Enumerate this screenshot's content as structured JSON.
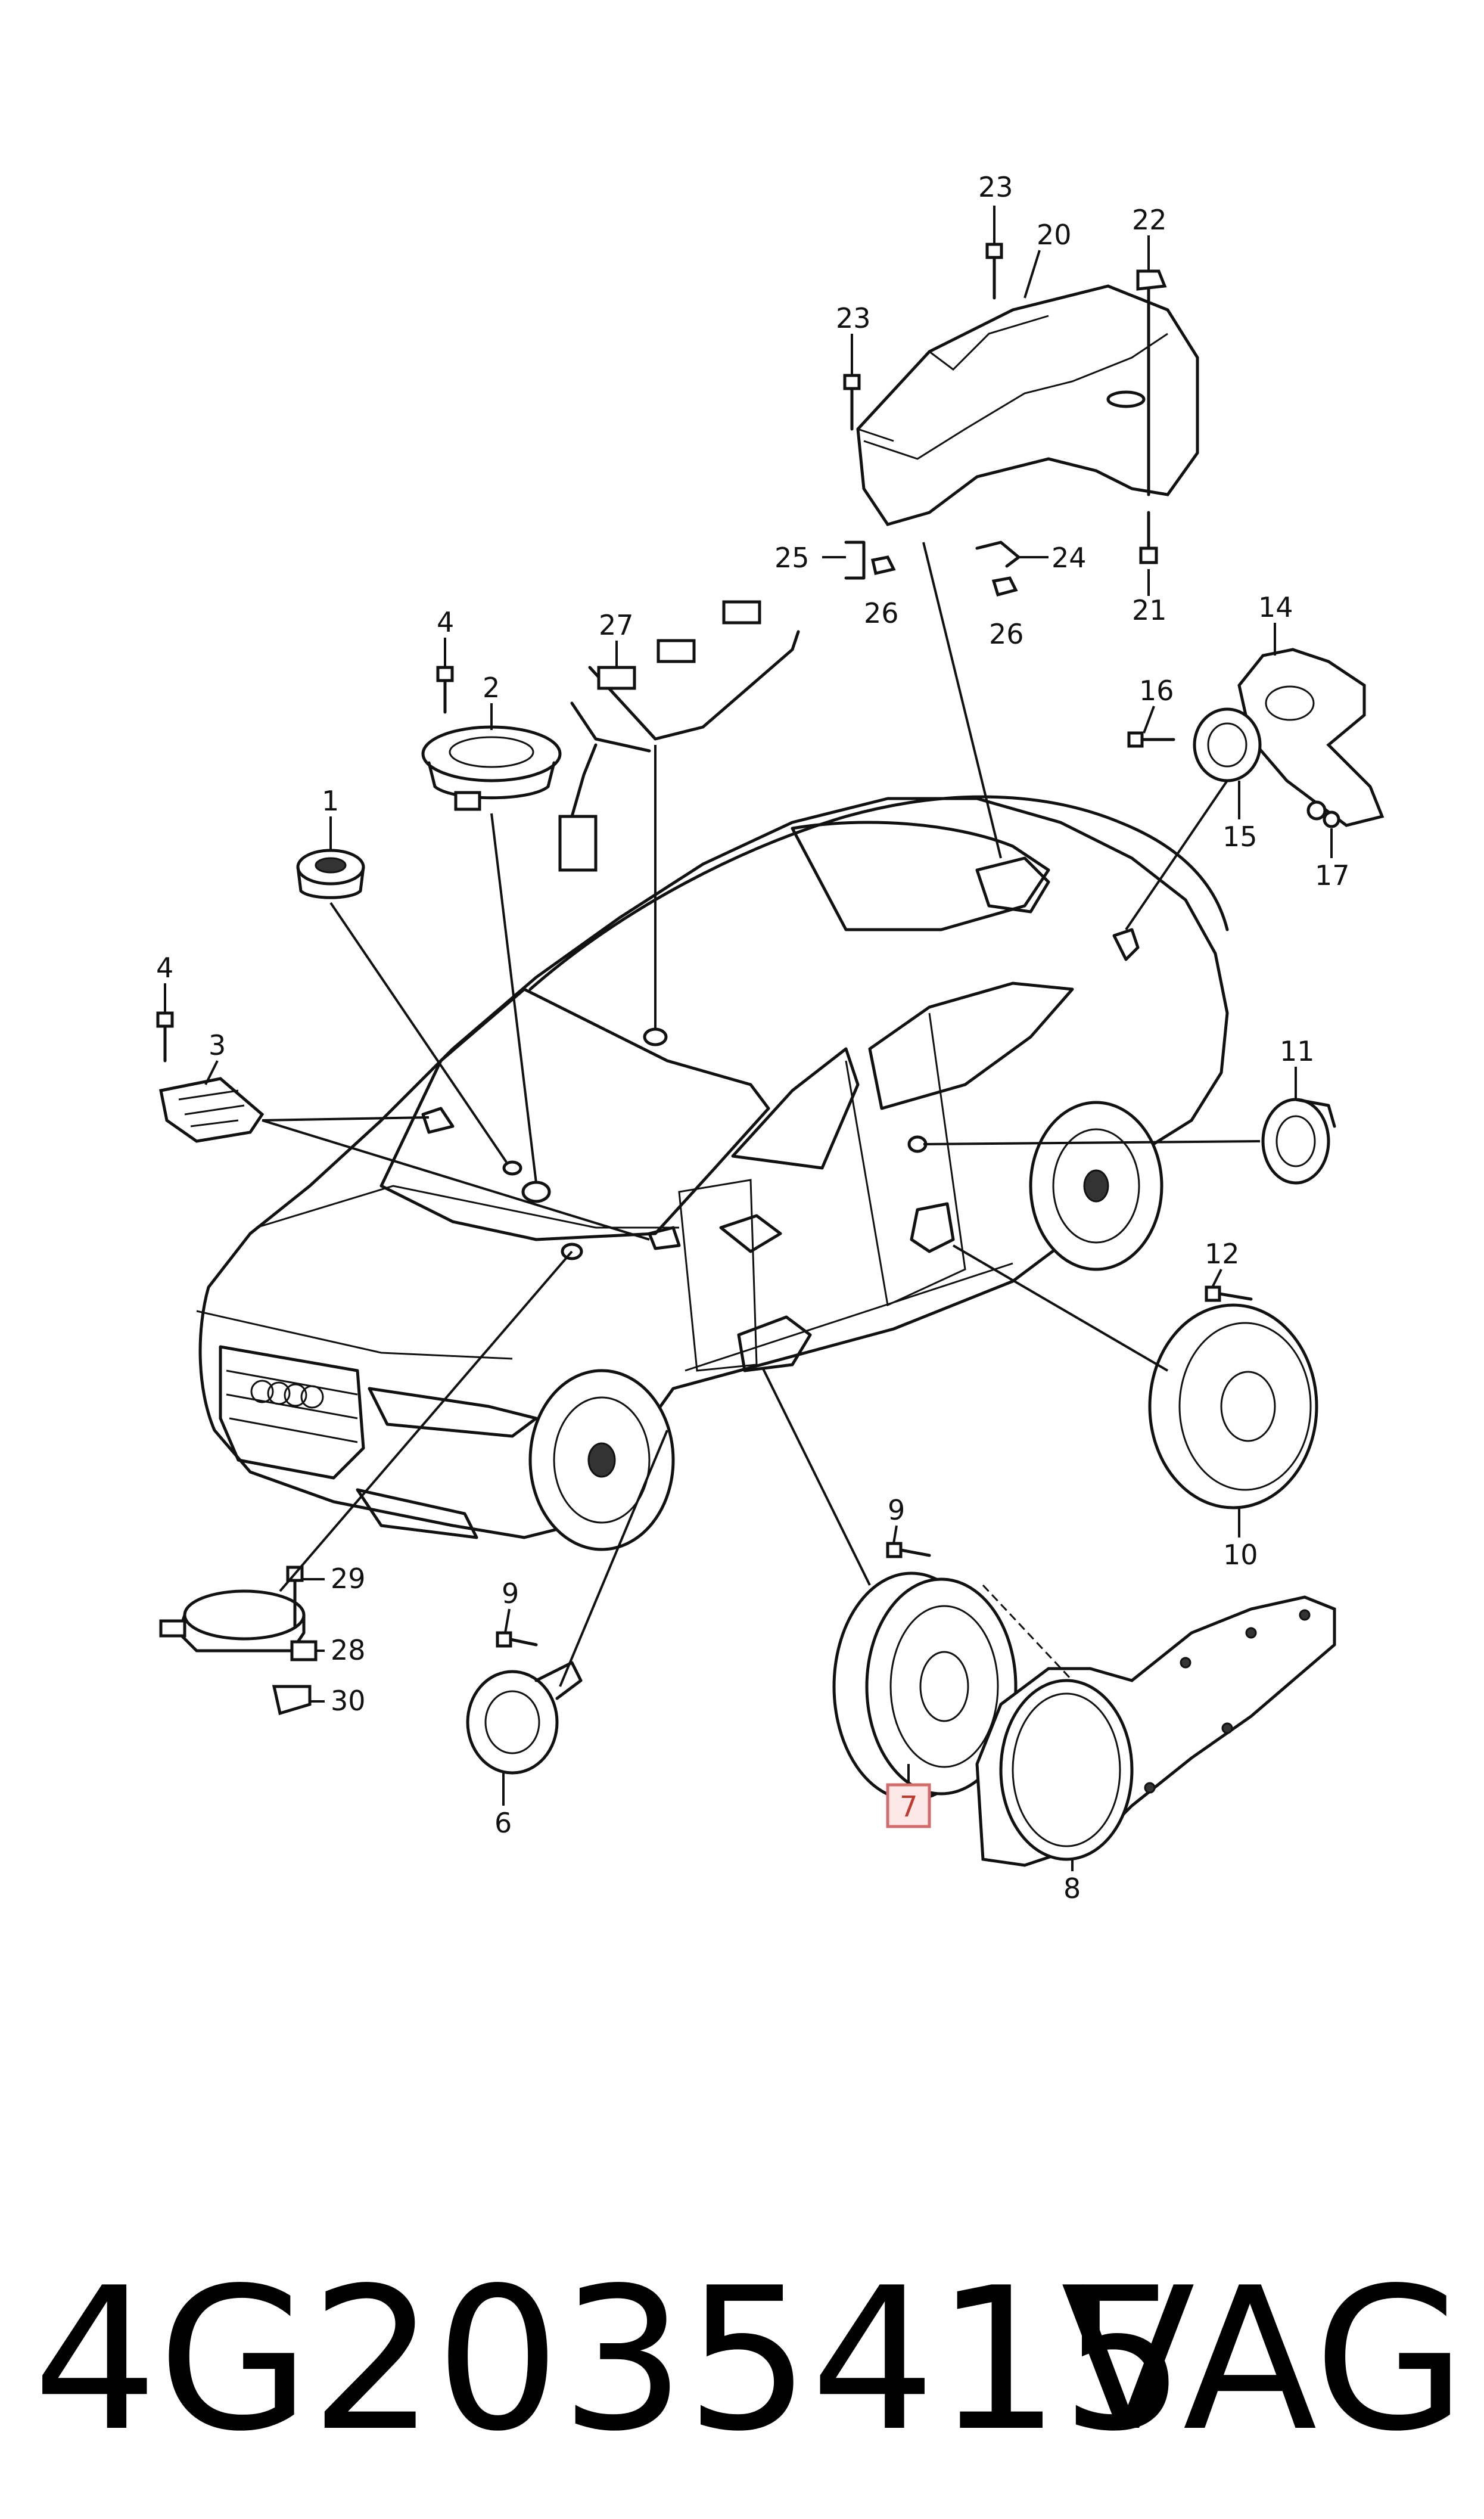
{
  "callouts": {
    "c1": "1",
    "c2": "2",
    "c3": "3",
    "c4a": "4",
    "c4b": "4",
    "c6": "6",
    "c7": "7",
    "c8": "8",
    "c9a": "9",
    "c9b": "9",
    "c10": "10",
    "c11": "11",
    "c12": "12",
    "c14": "14",
    "c15": "15",
    "c16": "16",
    "c17": "17",
    "c20": "20",
    "c21": "21",
    "c22": "22",
    "c23a": "23",
    "c23b": "23",
    "c24": "24",
    "c25": "25",
    "c26a": "26",
    "c26b": "26",
    "c27": "27",
    "c28": "28",
    "c29": "29",
    "c30": "30"
  },
  "highlighted_callout": "c7",
  "colors": {
    "line": "#111111",
    "highlight_fill": "#fde8e8",
    "highlight_stroke": "#d46a6a",
    "highlight_text": "#c0392b"
  },
  "footer": {
    "part_number": "4G2035415",
    "brand": "VAG"
  }
}
